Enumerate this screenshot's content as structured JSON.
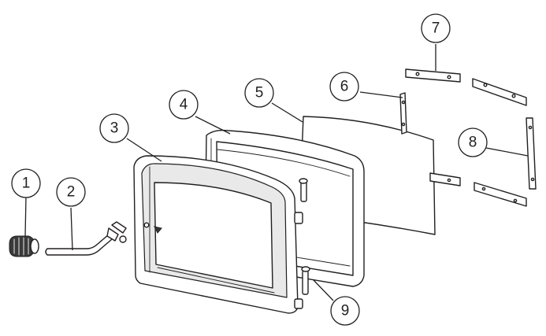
{
  "callouts": [
    {
      "id": "1",
      "label": "1"
    },
    {
      "id": "2",
      "label": "2"
    },
    {
      "id": "3",
      "label": "3"
    },
    {
      "id": "4",
      "label": "4"
    },
    {
      "id": "5",
      "label": "5"
    },
    {
      "id": "6",
      "label": "6"
    },
    {
      "id": "7",
      "label": "7"
    },
    {
      "id": "8",
      "label": "8"
    },
    {
      "id": "9",
      "label": "9"
    }
  ],
  "colors": {
    "line": "#231f20",
    "fill": "#ffffff",
    "shade": "#e9e9e9"
  }
}
